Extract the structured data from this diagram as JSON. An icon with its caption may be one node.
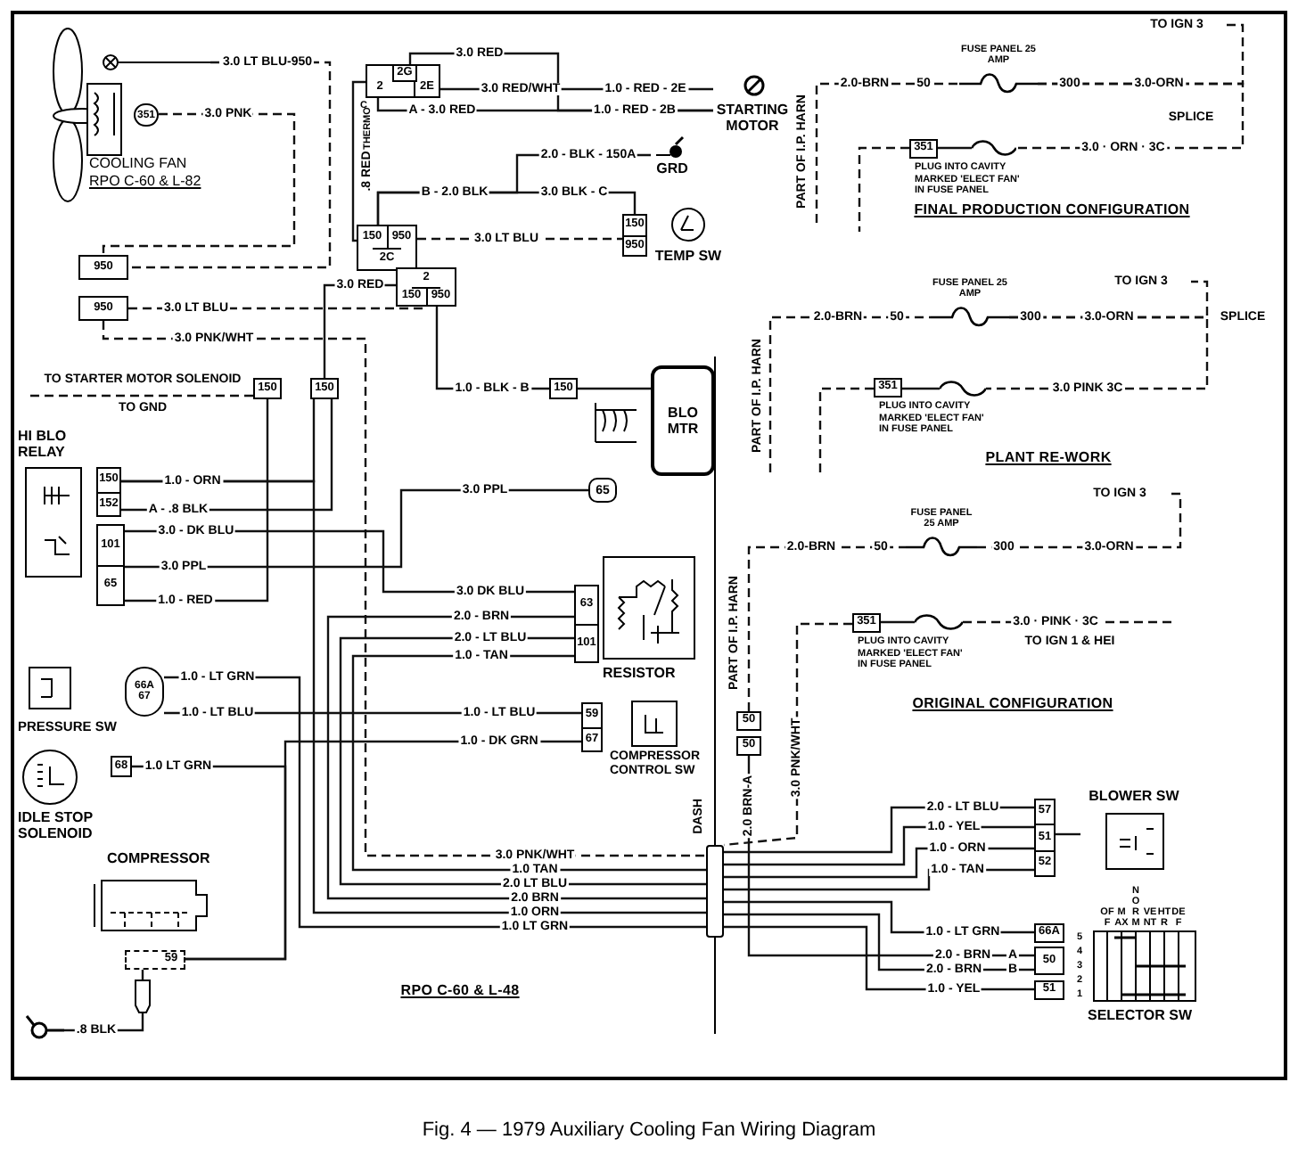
{
  "diagram": {
    "caption": "Fig. 4 — 1979 Auxiliary Cooling Fan Wiring Diagram",
    "nodes": [
      {
        "text": [
          "COOLING FAN",
          "RPO C-60 & L-82"
        ]
      },
      {
        "text": [
          "351"
        ],
        "in": 0
      },
      {
        "text": [
          "950"
        ]
      },
      {
        "text": [
          "950"
        ]
      },
      {
        "text": [
          "2G",
          "2",
          "2E"
        ]
      },
      {
        "text": [
          "STARTING MOTOR"
        ]
      },
      {
        "text": [
          "GRD"
        ]
      },
      {
        "text": [
          "150",
          "950",
          "2C"
        ]
      },
      {
        "text": [
          "150",
          "950"
        ]
      },
      {
        "text": [
          "TEMP SW"
        ]
      },
      {
        "text": [
          "2",
          "150",
          "950"
        ]
      },
      {
        "text": [
          "150"
        ]
      },
      {
        "text": [
          "150"
        ]
      },
      {
        "text": [
          "150"
        ]
      },
      {
        "text": [
          "BLO MTR"
        ]
      },
      {
        "text": [
          "HI BLO RELAY"
        ]
      },
      {
        "text": [
          "150",
          "152"
        ]
      },
      {
        "text": [
          "101",
          "65"
        ]
      },
      {
        "text": [
          "65"
        ]
      },
      {
        "text": [
          "RESISTOR"
        ]
      },
      {
        "text": [
          "63",
          "101"
        ]
      },
      {
        "text": [
          "PRESSURE SW"
        ]
      },
      {
        "text": [
          "66A",
          "67"
        ]
      },
      {
        "text": [
          "59",
          "67"
        ]
      },
      {
        "text": [
          "COMPRESSOR CONTROL SW"
        ]
      },
      {
        "text": [
          "IDLE STOP SOLENOID"
        ]
      },
      {
        "text": [
          "68"
        ]
      },
      {
        "text": [
          "COMPRESSOR"
        ]
      },
      {
        "text": [
          "59"
        ]
      },
      {
        "text": [],
        "shape": "ground"
      },
      {
        "text": [],
        "shape": "bar"
      },
      {
        "text": [
          "50"
        ]
      },
      {
        "text": [
          "50"
        ]
      },
      {
        "text": [
          "BLOWER SW"
        ]
      },
      {
        "text": [
          "57",
          "51",
          "52"
        ]
      },
      {
        "text": [
          "66A"
        ]
      },
      {
        "text": [
          "50"
        ]
      },
      {
        "text": [
          "51"
        ]
      },
      {
        "text": [
          "OFF",
          "MAX",
          "NORM",
          "VENT",
          "HTR",
          "DEF",
          "5",
          "4",
          "3",
          "2",
          "1",
          "SELECTOR SW"
        ]
      },
      {
        "text": [
          "FUSE PANEL 25 AMP"
        ]
      },
      {
        "text": [],
        "shape": "fuse"
      },
      {
        "text": [
          "351"
        ],
        "beside": [
          "PLUG INTO CAVITY MARKED 'ELECT FAN' IN FUSE PANEL"
        ]
      },
      {
        "text": [
          "FUSE PANEL 25 AMP"
        ]
      },
      {
        "text": [],
        "shape": "fuse"
      },
      {
        "text": [
          "351"
        ],
        "beside": [
          "PLUG INTO CAVITY MARKED 'ELECT FAN' IN FUSE PANEL"
        ]
      },
      {
        "text": [
          "FUSE PANEL 25 AMP"
        ]
      },
      {
        "text": [],
        "shape": "fuse"
      },
      {
        "text": [
          "351"
        ],
        "beside": [
          "PLUG INTO CAVITY MARKED 'ELECT FAN' IN FUSE PANEL"
        ]
      }
    ],
    "edges": [
      {
        "from": 0,
        "to": 2,
        "arrow": "none",
        "label": "3.0 LT BLU-950",
        "style": "dashed"
      },
      {
        "from": 1,
        "to": 2,
        "arrow": "none",
        "label": "3.0 PNK",
        "style": "dashed"
      },
      {
        "from": 3,
        "to": 10,
        "arrow": "none",
        "label": "3.0 LT BLU",
        "style": "dashed"
      },
      {
        "from": 3,
        "to": 30,
        "arrow": "none",
        "label": "3.0 PNK/WHT",
        "style": "dashed"
      },
      {
        "from": 4,
        "to": 5,
        "arrow": "none",
        "label": "3.0 RED"
      },
      {
        "from": 4,
        "to": 5,
        "arrow": "none",
        "label": "3.0 RED/WHT"
      },
      {
        "from": 4,
        "to": 5,
        "arrow": "none",
        "label": "A - 3.0 RED"
      },
      {
        "from": 4,
        "to": 7,
        "arrow": "none",
        "label": ".8 RED"
      },
      {
        "from": 7,
        "to": 8,
        "arrow": "none",
        "label": "B - 2.0 BLK"
      },
      {
        "from": 7,
        "to": 6,
        "arrow": "none",
        "label": "2.0 - BLK - 150A"
      },
      {
        "from": 7,
        "to": 8,
        "arrow": "none",
        "label": "3.0 LT BLU",
        "style": "dashed"
      },
      {
        "from": 10,
        "to": 12,
        "arrow": "none",
        "label": "3.0 RED"
      },
      {
        "from": 10,
        "to": 13,
        "arrow": "none",
        "label": "1.0 - BLK - B"
      },
      {
        "from": 11,
        "to": null,
        "arrow": "none",
        "label": "TO STARTER MOTOR SOLENOID",
        "style": "dashed"
      },
      {
        "from": 16,
        "to": 12,
        "arrow": "none",
        "label": "1.0 - ORN"
      },
      {
        "from": 16,
        "to": 12,
        "arrow": "none",
        "label": "A - .8 BLK"
      },
      {
        "from": 16,
        "to": 30,
        "arrow": "none",
        "label": "1.0 ORN"
      },
      {
        "from": 17,
        "to": 20,
        "arrow": "none",
        "label": "3.0 - DK BLU"
      },
      {
        "from": 17,
        "to": 18,
        "arrow": "none",
        "label": "3.0 PPL"
      },
      {
        "from": 17,
        "to": 11,
        "arrow": "none",
        "label": "1.0 - RED"
      },
      {
        "from": 20,
        "to": 30,
        "arrow": "none",
        "label": "2.0 - BRN"
      },
      {
        "from": 20,
        "to": 30,
        "arrow": "none",
        "label": "2.0 - LT BLU"
      },
      {
        "from": 20,
        "to": 30,
        "arrow": "none",
        "label": "1.0 - TAN"
      },
      {
        "from": 22,
        "to": 30,
        "arrow": "none",
        "label": "1.0 - LT GRN"
      },
      {
        "from": 22,
        "to": 23,
        "arrow": "none",
        "label": "1.0 - LT BLU"
      },
      {
        "from": 23,
        "to": 28,
        "arrow": "none",
        "label": "1.0 - DK GRN"
      },
      {
        "from": 26,
        "to": 28,
        "arrow": "none",
        "label": "1.0 LT GRN"
      },
      {
        "from": 28,
        "to": 29,
        "arrow": "none",
        "label": ".8 BLK"
      },
      {
        "from": 13,
        "to": 14,
        "arrow": "none"
      },
      {
        "from": 30,
        "to": 34,
        "arrow": "none",
        "label": "2.0 - LT BLU"
      },
      {
        "from": 30,
        "to": 34,
        "arrow": "none",
        "label": "1.0 - YEL"
      },
      {
        "from": 30,
        "to": 34,
        "arrow": "none",
        "label": "1.0 - ORN"
      },
      {
        "from": 30,
        "to": 34,
        "arrow": "none",
        "label": "1.0 - TAN"
      },
      {
        "from": 30,
        "to": 35,
        "arrow": "none",
        "label": "1.0 - LT GRN"
      },
      {
        "from": 32,
        "to": 36,
        "arrow": "none",
        "label": "2.0 BRN-A"
      },
      {
        "from": 30,
        "to": 36,
        "arrow": "none",
        "label": "2.0 - BRN"
      },
      {
        "from": 30,
        "to": 37,
        "arrow": "none",
        "label": "1.0 - YEL"
      },
      {
        "from": 34,
        "to": 33,
        "arrow": "none"
      },
      {
        "from": null,
        "to": 39,
        "arrow": "none",
        "label": "2.0-BRN",
        "style": "dashed"
      },
      {
        "from": 39,
        "to": null,
        "arrow": "none",
        "label": "3.0-ORN",
        "style": "dashed"
      },
      {
        "from": 39,
        "to": 40,
        "arrow": "none",
        "label": "3.0 · ORN · 3C",
        "style": "dashed"
      },
      {
        "from": 40,
        "to": 41,
        "arrow": "none"
      },
      {
        "from": 41,
        "to": null,
        "arrow": "none",
        "style": "dashed"
      },
      {
        "from": null,
        "to": 42,
        "arrow": "none",
        "label": "2.0-BRN",
        "style": "dashed"
      },
      {
        "from": 42,
        "to": null,
        "arrow": "none",
        "label": "3.0-ORN",
        "style": "dashed"
      },
      {
        "from": 42,
        "to": 43,
        "arrow": "none",
        "label": "3.0 PINK 3C",
        "style": "dashed"
      },
      {
        "from": 43,
        "to": 44,
        "arrow": "none"
      },
      {
        "from": 44,
        "to": null,
        "arrow": "none",
        "style": "dashed"
      },
      {
        "from": 31,
        "to": 45,
        "arrow": "none",
        "label": "2.0-BRN",
        "style": "dashed"
      },
      {
        "from": 45,
        "to": null,
        "arrow": "none",
        "label": "3.0-ORN",
        "style": "dashed"
      },
      {
        "from": 46,
        "to": null,
        "arrow": "none",
        "label": "3.0 · PINK · 3C",
        "style": "dashed"
      },
      {
        "from": 46,
        "to": 47,
        "arrow": "none"
      },
      {
        "from": 47,
        "to": 30,
        "arrow": "none",
        "label": "3.0 PNK/WHT",
        "style": "dashed"
      }
    ],
    "labels": [
      "1.0 - RED - 2E",
      "1.0 - RED - 2B",
      "C",
      "THERMO",
      "TO IGN 3",
      "50",
      "300",
      "SPLICE",
      "PART OF I.P. HARN",
      "3.0 BLK - C",
      "FINAL PRODUCTION CONFIGURATION",
      "TO IGN 3",
      "50",
      "300",
      "SPLICE",
      "PART OF I.P. HARN",
      "TO GND",
      "PLANT RE-WORK",
      "3.0 PPL",
      "TO IGN 3",
      "50",
      "300",
      "3.0 DK BLU",
      "PART OF I.P. HARN",
      "TO IGN 1 & HEI",
      "ORIGINAL CONFIGURATION",
      "1.0 - LT BLU",
      "DASH",
      "3.0 PNK/WHT",
      "1.0 TAN",
      "2.0 LT BLU",
      "2.0 BRN",
      "1.0 LT GRN",
      "2.0 - BRN",
      "A",
      "B",
      "RPO C-60 & L-48"
    ]
  }
}
